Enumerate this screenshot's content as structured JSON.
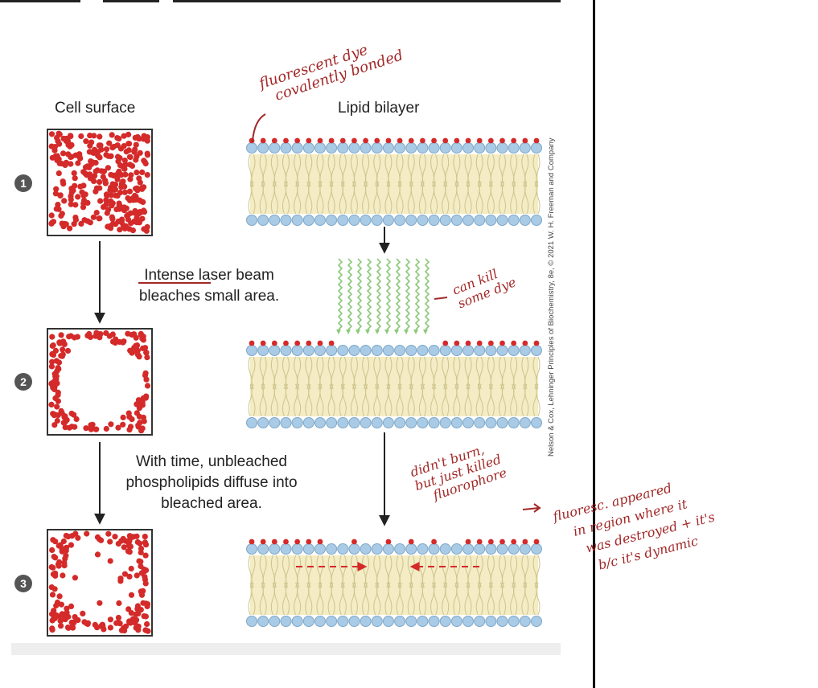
{
  "figure": {
    "headings": {
      "cell_surface": "Cell surface",
      "lipid_bilayer": "Lipid bilayer"
    },
    "steps": [
      "1",
      "2",
      "3"
    ],
    "captions": {
      "step1": [
        "Intense laser beam",
        "bleaches small area."
      ],
      "step2": [
        "With time, unbleached",
        "phospholipids diffuse into",
        "bleached area."
      ]
    },
    "credit": "Nelson & Cox, Lehninger Principles of Biochemistry, 8e, © 2021 W. H. Freeman and Company"
  },
  "annotations": {
    "dye_note": [
      "fluorescent dye",
      "covalently bonded"
    ],
    "kill_note": [
      "can kill",
      "some dye"
    ],
    "burn_note": [
      "didn't burn,",
      "but just killed",
      "fluorophore"
    ],
    "return_note": [
      "fluoresc. appeared",
      "in region where it",
      "was destroyed + it's",
      "b/c it's dynamic"
    ]
  },
  "colors": {
    "dye_red": "#d42a2a",
    "headgroup_blue": "#a9cbe6",
    "tail_cream": "#f3ecc4",
    "laser_green": "#8cc97a",
    "ink_red": "#a32828"
  }
}
